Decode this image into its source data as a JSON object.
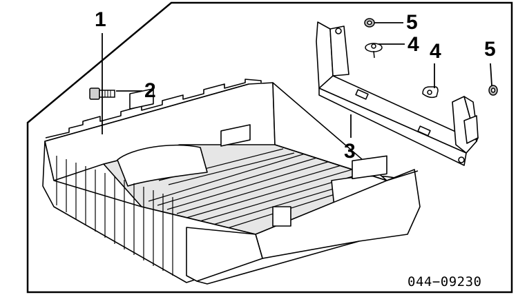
{
  "callouts": {
    "c1": "1",
    "c2": "2",
    "c3": "3",
    "c4a": "4",
    "c4b": "4",
    "c5a": "5",
    "c5b": "5"
  },
  "part_code": "044−09230",
  "colors": {
    "line": "#000000",
    "background": "#ffffff",
    "shade": "#d8d8d8",
    "dark_shade": "#9a9a9a"
  }
}
